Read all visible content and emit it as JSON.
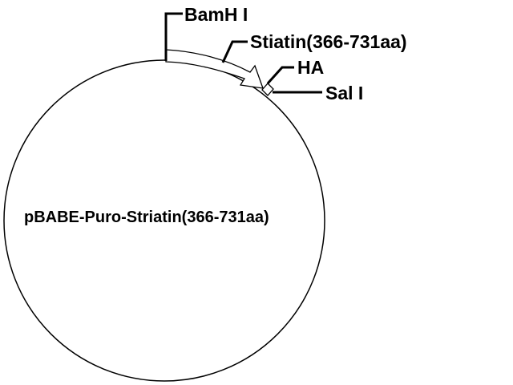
{
  "plasmid": {
    "name": "pBABE-Puro-Striatin(366-731aa)"
  },
  "features": {
    "bamh1": {
      "label": "BamH I"
    },
    "insert": {
      "label": "Stiatin(366-731aa)"
    },
    "ha_tag": {
      "label": "HA"
    },
    "sal1": {
      "label": "Sal I"
    }
  },
  "colors": {
    "stroke": "#000000",
    "background": "#ffffff"
  }
}
